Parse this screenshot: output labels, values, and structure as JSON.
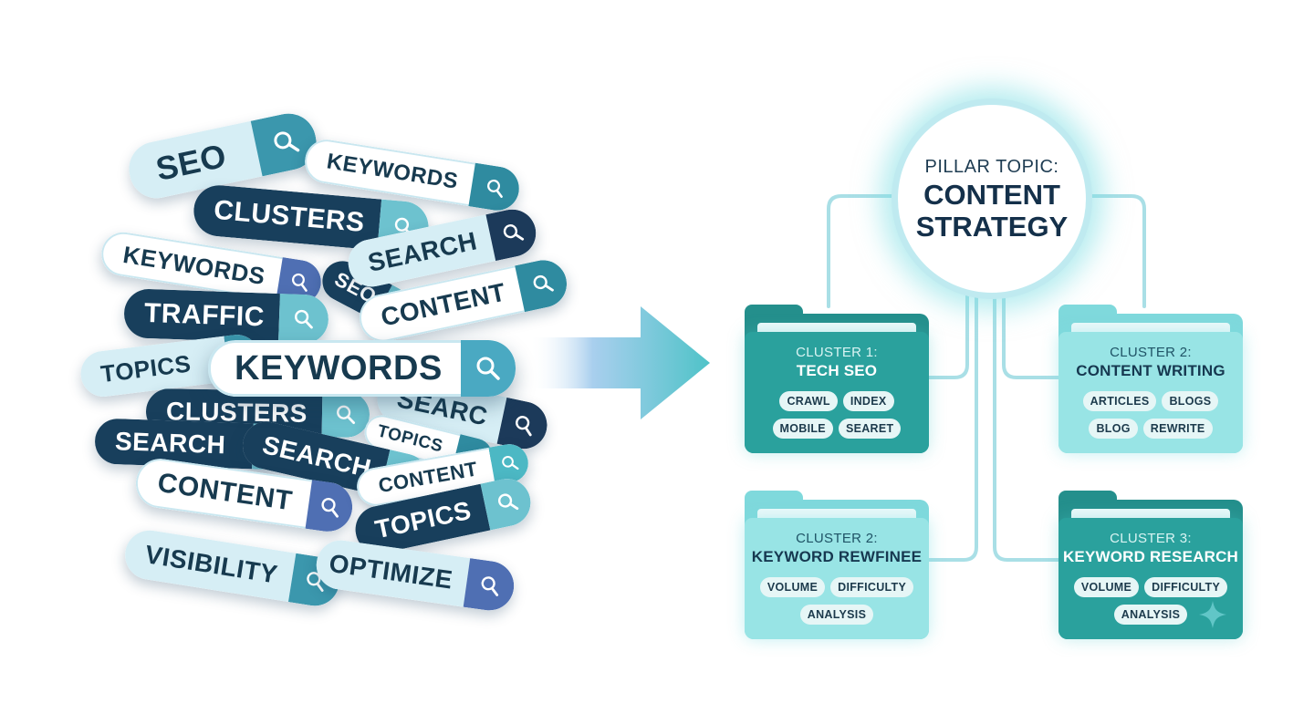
{
  "pills": [
    {
      "text": "SEO",
      "theme": "light"
    },
    {
      "text": "KEYWORDS",
      "theme": "white"
    },
    {
      "text": "CLUSTERS",
      "theme": "dark"
    },
    {
      "text": "KEYWORDS",
      "theme": "white-blue"
    },
    {
      "text": "SEARCH",
      "theme": "light-dark"
    },
    {
      "text": "SEO",
      "theme": "dark-small"
    },
    {
      "text": "TRAFFIC",
      "theme": "dark"
    },
    {
      "text": "CONTENT",
      "theme": "white"
    },
    {
      "text": "TOPICS",
      "theme": "light"
    },
    {
      "text": "KEYWORDS",
      "theme": "white-hero"
    },
    {
      "text": "CLUSTERS",
      "theme": "dark"
    },
    {
      "text": "SEARC",
      "theme": "light-dark"
    },
    {
      "text": "SEARCH",
      "theme": "dark"
    },
    {
      "text": "TOPICS",
      "theme": "white"
    },
    {
      "text": "SEARCH",
      "theme": "dark"
    },
    {
      "text": "CONTENT",
      "theme": "white"
    },
    {
      "text": "TOPICS",
      "theme": "dark"
    },
    {
      "text": "CONTENT",
      "theme": "white-blue"
    },
    {
      "text": "VISIBILITY",
      "theme": "light"
    },
    {
      "text": "OPTIMIZE",
      "theme": "light-blue"
    }
  ],
  "pillar": {
    "label": "PILLAR TOPIC:",
    "title_line1": "CONTENT",
    "title_line2": "STRATEGY"
  },
  "clusters": [
    {
      "label": "CLUSTER 1:",
      "name": "TECH SEO",
      "style": "dark",
      "chips": [
        "CRAWL",
        "INDEX",
        "MOBILE",
        "SEARET"
      ]
    },
    {
      "label": "CLUSTER 2:",
      "name": "CONTENT WRITING",
      "style": "light",
      "chips": [
        "ARTICLES",
        "BLOGS",
        "BLOG",
        "REWRITE"
      ]
    },
    {
      "label": "CLUSTER 2:",
      "name": "KEYWORD REWFINEE",
      "style": "light",
      "chips": [
        "VOLUME",
        "DIFFICULTY",
        "ANALYSIS"
      ]
    },
    {
      "label": "CLUSTER 3:",
      "name": "KEYWORD RESEARCH",
      "style": "dark",
      "chips": [
        "VOLUME",
        "DIFFICULTY",
        "ANALYSIS"
      ]
    }
  ],
  "colors": {
    "navy": "#183f5c",
    "teal": "#2aa19d",
    "aqua": "#98e4e5",
    "connector": "#a9dfe6",
    "arrow_start": "#ffffff",
    "arrow_end": "#4fc3c8"
  },
  "icons": {
    "pill_button": "magnifier-icon",
    "arrow": "right-arrow-icon"
  }
}
